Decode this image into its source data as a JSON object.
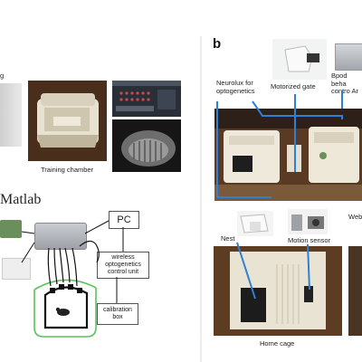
{
  "panel_a": {
    "cut_label": "g",
    "training_chamber_caption": "Training chamber",
    "matlab_label": "Matlab",
    "pc_label": "PC",
    "wireless_label": "wireless optogenetics control unit",
    "calibration_label": "calibration box"
  },
  "panel_b": {
    "letter": "b",
    "neurolux_label": "Neurolux for optogenetics",
    "motorized_gate_label": "Motorized gate",
    "bpod_label": "Bpod beha contro Ar",
    "nest_label": "Nest",
    "motion_sensor_label": "Motion sensor",
    "web_label": "Web",
    "home_cage_caption": "Home cage"
  },
  "colors": {
    "accent_blue": "#2f7fd6",
    "accent_green": "#5ac35a"
  }
}
